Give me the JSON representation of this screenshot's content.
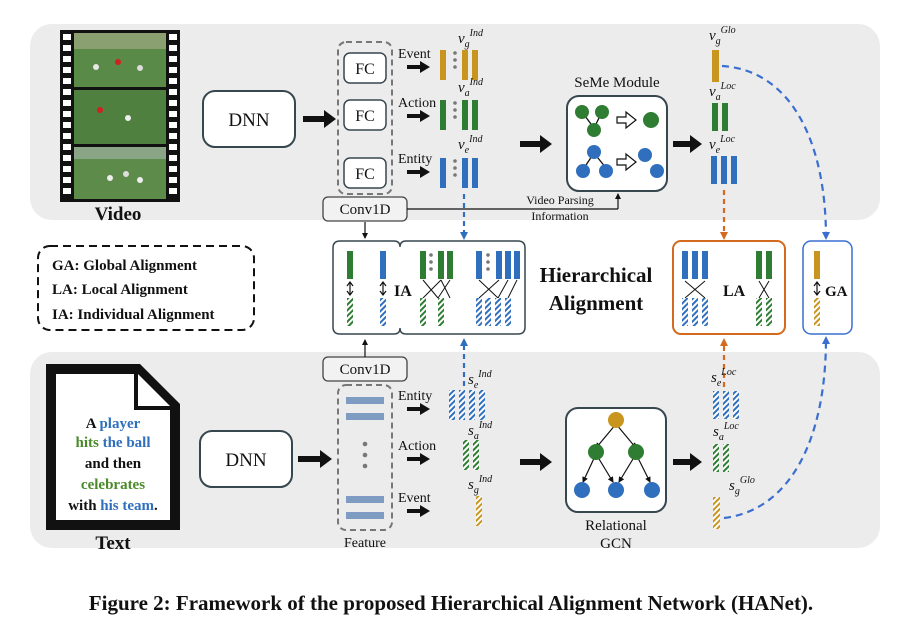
{
  "colors": {
    "event": "#c8961e",
    "action": "#2e7d32",
    "entity": "#2f6fbd",
    "global_link": "#3a6fd0",
    "local_link": "#d36a1f",
    "panel": "#ececec",
    "text_blue": "#2f6fbd",
    "text_green": "#4a8a2a"
  },
  "video": {
    "label": "Video",
    "dnn_label": "DNN",
    "fc_labels": [
      "FC",
      "FC",
      "FC"
    ],
    "conv_label": "Conv1D",
    "branch_labels": {
      "event": "Event",
      "action": "Action",
      "entity": "Entity"
    },
    "individual_feats": {
      "event": [
        "v",
        "g",
        "Ind"
      ],
      "action": [
        "v",
        "a",
        "Ind"
      ],
      "entity": [
        "v",
        "e",
        "Ind"
      ]
    },
    "seme_label": "SeMe Module",
    "parsing_info": [
      "Video Parsing",
      "Information"
    ],
    "output_feats": {
      "global": [
        "v",
        "g",
        "Glo"
      ],
      "local_action": [
        "v",
        "a",
        "Loc"
      ],
      "local_entity": [
        "v",
        "e",
        "Loc"
      ]
    }
  },
  "legend": {
    "items": [
      "GA: Global Alignment",
      "LA: Local Alignment",
      "IA: Individual Alignment"
    ]
  },
  "alignment": {
    "title": [
      "Hierarchical",
      "Alignment"
    ],
    "ia_label": "IA",
    "la_label": "LA",
    "ga_label": "GA"
  },
  "text_side": {
    "label": "Text",
    "dnn_label": "DNN",
    "conv_label": "Conv1D",
    "feature_label": "Feature",
    "branch_labels": {
      "entity": "Entity",
      "action": "Action",
      "event": "Event"
    },
    "individual_feats": {
      "entity": [
        "s",
        "e",
        "Ind"
      ],
      "action": [
        "s",
        "a",
        "Ind"
      ],
      "event": [
        "s",
        "g",
        "Ind"
      ]
    },
    "gcn_label": [
      "Relational",
      "GCN"
    ],
    "output_feats": {
      "local_entity": [
        "s",
        "e",
        "Loc"
      ],
      "local_action": [
        "s",
        "a",
        "Loc"
      ],
      "global": [
        "s",
        "g",
        "Glo"
      ]
    },
    "sentence": [
      [
        {
          "t": "A ",
          "c": "black"
        },
        {
          "t": "player",
          "c": "blue"
        }
      ],
      [
        {
          "t": "hits ",
          "c": "green"
        },
        {
          "t": "the ball",
          "c": "blue"
        }
      ],
      [
        {
          "t": "and then",
          "c": "black"
        }
      ],
      [
        {
          "t": "celebrates",
          "c": "green"
        }
      ],
      [
        {
          "t": "with ",
          "c": "black"
        },
        {
          "t": "his team",
          "c": "blue"
        },
        {
          "t": ".",
          "c": "black"
        }
      ]
    ]
  },
  "caption": "Figure 2: Framework of the proposed Hierarchical Alignment Network (HANet)."
}
